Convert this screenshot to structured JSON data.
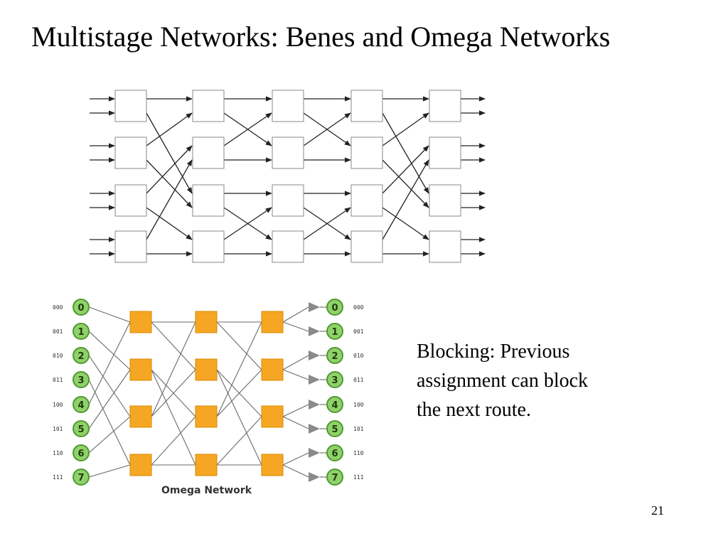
{
  "slide": {
    "title": "Multistage Networks: Benes and Omega Networks",
    "note_lines": [
      "Blocking: Previous",
      "assignment can block",
      "the next route."
    ],
    "page_number": "21"
  },
  "omega": {
    "caption": "Omega Network",
    "inputs": [
      {
        "num": "0",
        "bits": "000"
      },
      {
        "num": "1",
        "bits": "001"
      },
      {
        "num": "2",
        "bits": "010"
      },
      {
        "num": "3",
        "bits": "011"
      },
      {
        "num": "4",
        "bits": "100"
      },
      {
        "num": "5",
        "bits": "101"
      },
      {
        "num": "6",
        "bits": "110"
      },
      {
        "num": "7",
        "bits": "111"
      }
    ],
    "outputs": [
      {
        "num": "0",
        "bits": "000"
      },
      {
        "num": "1",
        "bits": "001"
      },
      {
        "num": "2",
        "bits": "010"
      },
      {
        "num": "3",
        "bits": "011"
      },
      {
        "num": "4",
        "bits": "100"
      },
      {
        "num": "5",
        "bits": "101"
      },
      {
        "num": "6",
        "bits": "110"
      },
      {
        "num": "7",
        "bits": "111"
      }
    ]
  },
  "colors": {
    "switch_fill": "#f5a623",
    "node_fill": "#8fd16a"
  }
}
